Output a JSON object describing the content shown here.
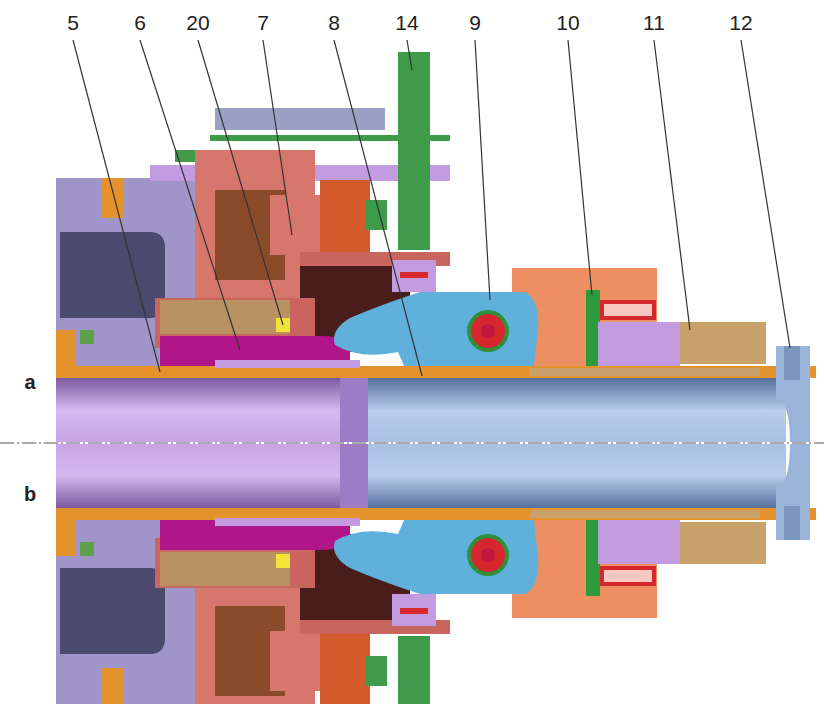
{
  "diagram": {
    "labels": [
      "5",
      "6",
      "20",
      "7",
      "8",
      "14",
      "9",
      "10",
      "11",
      "12",
      "a",
      "b"
    ]
  }
}
